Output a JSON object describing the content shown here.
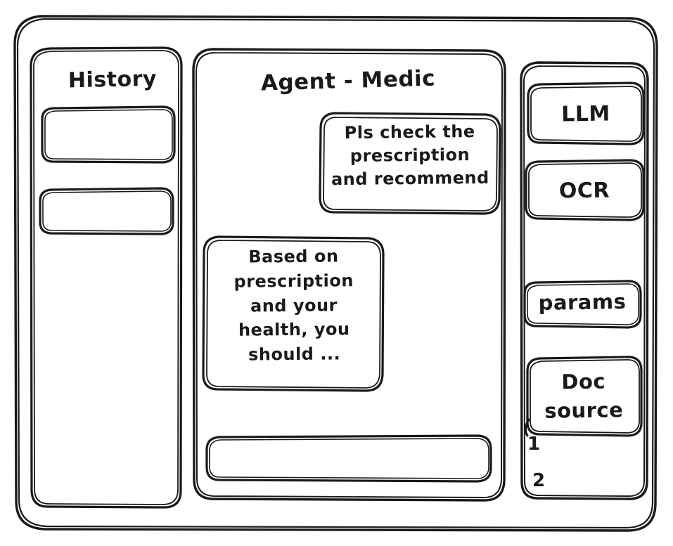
{
  "window": {
    "name": "agent-chat-wireframe",
    "background": "#ffffff",
    "stroke_color": "#1a1a1a"
  },
  "sidebar_left": {
    "title": "History",
    "items": [
      {
        "label": "",
        "name": "history-item-1"
      },
      {
        "label": "",
        "name": "history-item-2"
      }
    ]
  },
  "main": {
    "title": "Agent - Medic",
    "messages": [
      {
        "role": "user",
        "text": "Pls check the\nprescription\nand recommend"
      },
      {
        "role": "assistant",
        "text": "Based on\nprescription\nand your\nhealth, you\nshould ..."
      }
    ],
    "composer": {
      "value": "",
      "placeholder": ""
    }
  },
  "sidebar_right": {
    "tools": [
      {
        "label": "LLM",
        "name": "tool-llm"
      },
      {
        "label": "OCR",
        "name": "tool-ocr"
      },
      {
        "label": "params",
        "name": "tool-params"
      },
      {
        "label": "Doc\nsource",
        "name": "tool-doc-source"
      }
    ],
    "doc_list": [
      {
        "label": "1"
      },
      {
        "label": "2"
      }
    ]
  }
}
